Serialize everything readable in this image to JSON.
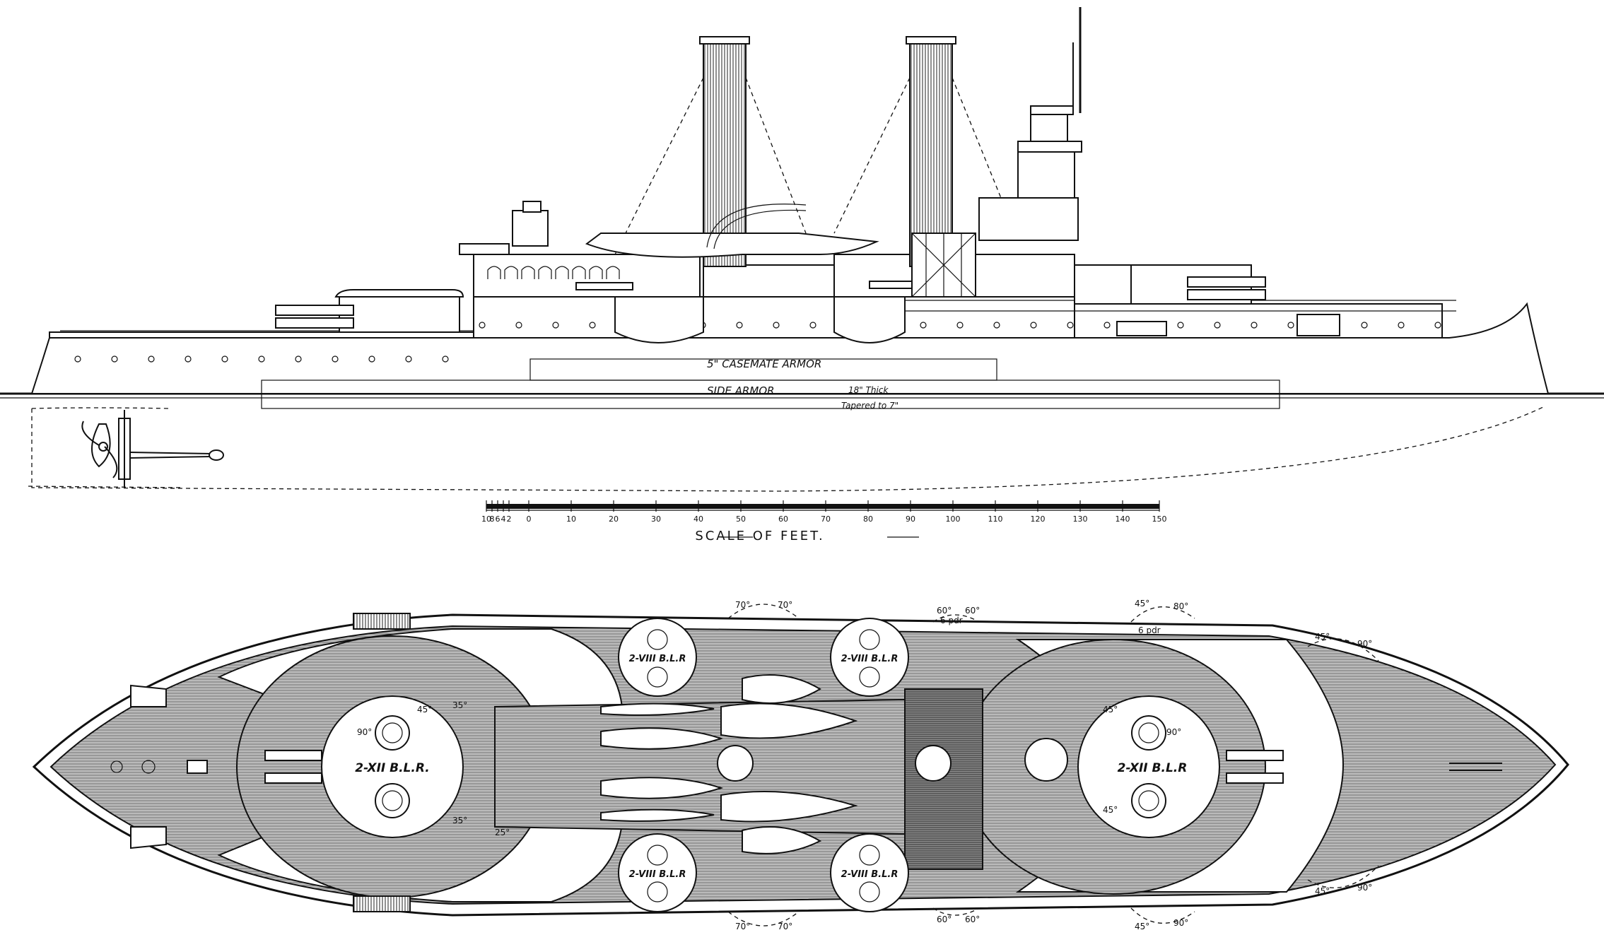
{
  "profile": {
    "casemate_label": "5\" CASEMATE ARMOR",
    "side_armor_label": "SIDE ARMOR",
    "thickness_label": "18\" Thick",
    "taper_label": "Tapered to 7\""
  },
  "scale": {
    "title": "SCALE OF FEET.",
    "ticks": [
      "10",
      "8",
      "6",
      "4",
      "2",
      "0",
      "10",
      "20",
      "30",
      "40",
      "50",
      "60",
      "70",
      "80",
      "90",
      "100",
      "110",
      "120",
      "130",
      "140",
      "150"
    ]
  },
  "plan": {
    "turrets": {
      "fore_main": "2-XII B.L.R.",
      "aft_main": "2-XII B.L.R",
      "port_fore_secondary": "2-VIII B.L.R",
      "port_aft_secondary": "2-VIII B.L.R",
      "stbd_fore_secondary": "2-VIII B.L.R",
      "stbd_aft_secondary": "2-VIII B.L.R"
    },
    "arc_labels": {
      "a70": "70°",
      "a60": "60°",
      "a45": "45°",
      "a90": "90°",
      "a35": "35°",
      "a25": "25°",
      "a80": "80°"
    },
    "gun_labels": {
      "six_pdr": "6 pdr"
    }
  }
}
